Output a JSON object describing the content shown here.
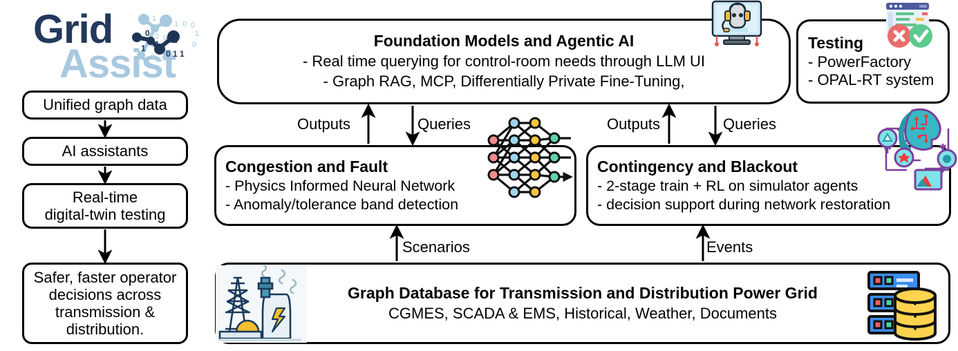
{
  "logo": {
    "word1": "Grid",
    "word2": "Assist",
    "color1": "#23395d",
    "color2": "#a8c9e0",
    "graphic": "network-graph-binary"
  },
  "left_flow": {
    "steps": [
      {
        "label": "Unified graph data"
      },
      {
        "label": "AI assistants"
      },
      {
        "label": "Real-time\ndigital-twin testing"
      },
      {
        "label": "Safer, faster operator decisions across transmission & distribution."
      }
    ],
    "arrow": "down-arrow-icon"
  },
  "boxes": {
    "foundation": {
      "title": "Foundation Models and Agentic AI",
      "lines": [
        "- Real time querying for control-room needs through LLM UI",
        "- Graph RAG, MCP, Differentially Private Fine-Tuning,"
      ],
      "icon": "robot-monitor-icon"
    },
    "testing": {
      "title": "Testing",
      "lines": [
        "- PowerFactory",
        "- OPAL-RT system"
      ],
      "icon": "code-window-pass-fail-icon"
    },
    "congestion": {
      "title": "Congestion and Fault",
      "lines": [
        "- Physics Informed Neural Network",
        "- Anomaly/tolerance band detection"
      ],
      "icon": "neural-network-icon"
    },
    "contingency": {
      "title": "Contingency and Blackout",
      "lines": [
        "- 2-stage train + RL on simulator agents",
        "- decision support during network restoration"
      ],
      "icon": "ai-head-circuit-icon"
    },
    "graphdb": {
      "title": "Graph Database for Transmission and Distribution Power Grid",
      "lines": [
        "CGMES, SCADA & EMS, Historical, Weather, Documents"
      ],
      "icon_left": "power-plant-icon",
      "icon_right": "database-server-icon"
    }
  },
  "connectors": {
    "outputs_left": "Outputs",
    "queries_left": "Queries",
    "outputs_right": "Outputs",
    "queries_right": "Queries",
    "scenarios": "Scenarios",
    "events": "Events"
  },
  "palette": {
    "stroke": "#000000",
    "logo_dark": "#23395d",
    "logo_light": "#a8c9e0",
    "nn_input": "#f38b8b",
    "nn_hidden_blue": "#9fd4ec",
    "nn_hidden_yellow": "#f4c542",
    "nn_output": "#63d3a6",
    "testing_fail": "#ea6c6c",
    "testing_pass": "#5ec98f",
    "db_blue": "#3b8ef0",
    "db_yellow": "#ffd34d",
    "ai_teal": "#36b9c4",
    "ai_purple": "#7b3f9d",
    "ai_red": "#ef3b3b"
  }
}
